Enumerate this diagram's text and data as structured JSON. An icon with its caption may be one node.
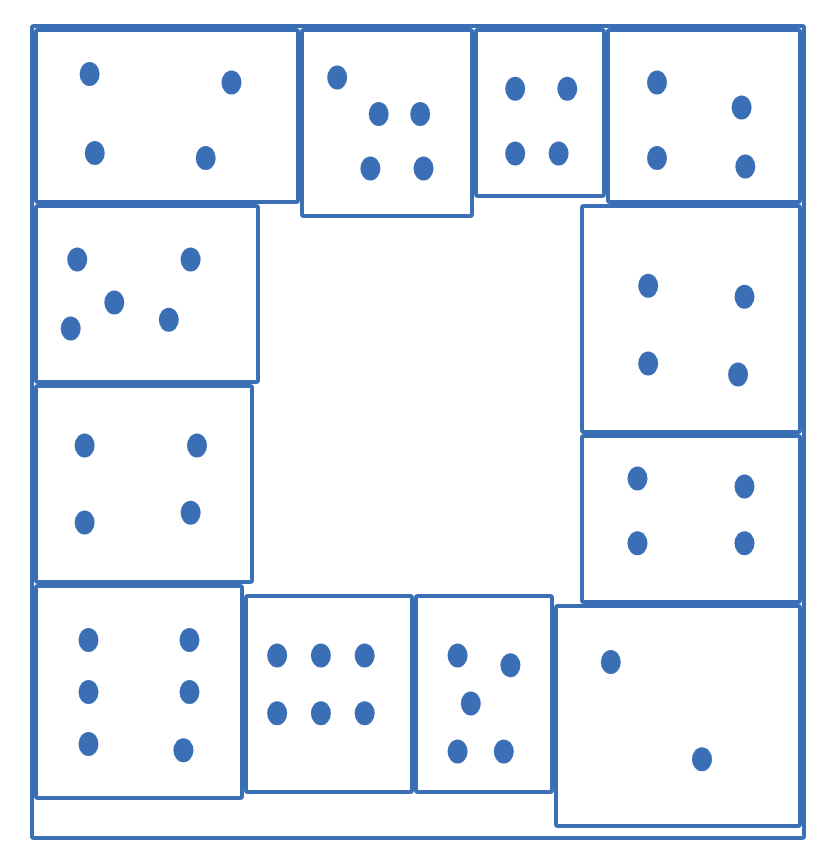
{
  "diagram": {
    "nodes": [
      {
        "text": [],
        "shape": "box"
      },
      {
        "text": [],
        "shape": "box",
        "in": 0
      },
      {
        "text": [],
        "shape": "box",
        "in": 0
      },
      {
        "text": [],
        "shape": "box",
        "in": 0
      },
      {
        "text": [],
        "shape": "box",
        "in": 0
      },
      {
        "text": [],
        "shape": "box",
        "in": 0
      },
      {
        "text": [],
        "shape": "box",
        "in": 0
      },
      {
        "text": [],
        "shape": "box",
        "in": 0
      },
      {
        "text": [],
        "shape": "box",
        "in": 0
      },
      {
        "text": [],
        "shape": "box",
        "in": 0
      },
      {
        "text": [],
        "shape": "box",
        "in": 0
      },
      {
        "text": [],
        "shape": "box",
        "in": 0
      },
      {
        "text": [],
        "shape": "box",
        "in": 0
      }
    ]
  }
}
